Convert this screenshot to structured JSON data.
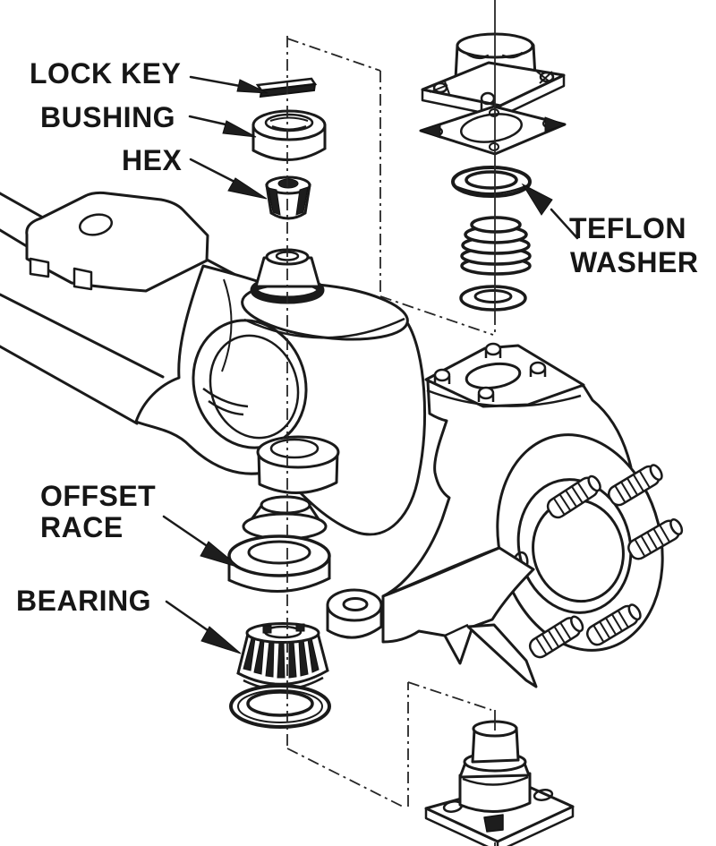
{
  "page": {
    "background": "#ffffff",
    "ink": "#1a1a1a"
  },
  "diagram": {
    "type": "exploded-parts-line-drawing",
    "subject": "axle-yoke-and-steering-knuckle-kingpin-assembly",
    "labels": {
      "lock_key": "LOCK KEY",
      "bushing": "BUSHING",
      "hex": "HEX",
      "teflon_washer_line1": "TEFLON",
      "teflon_washer_line2": "WASHER",
      "offset_race_line1": "OFFSET",
      "offset_race_line2": "RACE",
      "bearing": "BEARING"
    }
  }
}
